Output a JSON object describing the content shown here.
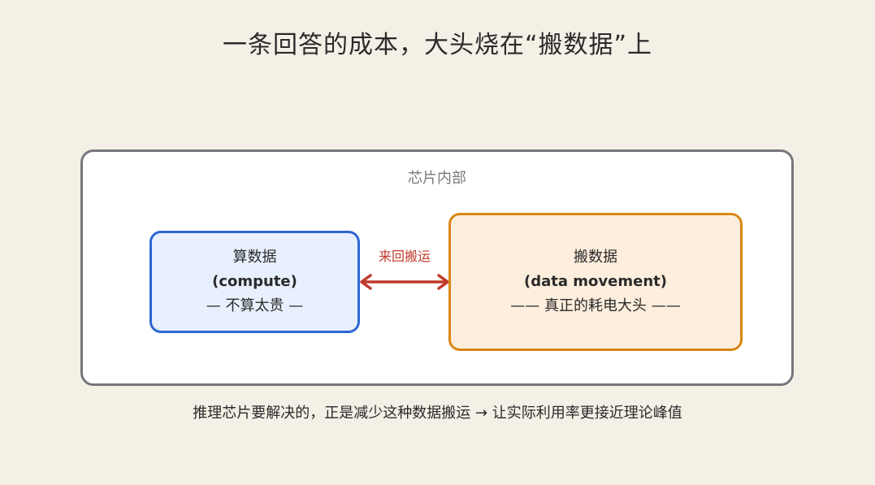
{
  "title": "一条回答的成本，大头烧在“搬数据”上",
  "chip": {
    "label": "芯片内部"
  },
  "compute_box": {
    "line1": "算数据",
    "line2": "(compute)",
    "line3": "— 不算太贵 —"
  },
  "movement_box": {
    "line1": "搬数据",
    "line2": "(data movement)",
    "line3": "—— 真正的耗电大头 ——"
  },
  "arrow": {
    "label": "来回搬运",
    "color": "#c0392b"
  },
  "footer": "推理芯片要解决的，正是减少这种数据搬运 → 让实际利用率更接近理论峰值",
  "colors": {
    "background": "#f4f0e6",
    "chip_border": "#77767d",
    "compute_border": "#2d66d3",
    "compute_fill": "#e8f0fd",
    "movement_border": "#d98714",
    "movement_fill": "#fdeedd"
  }
}
